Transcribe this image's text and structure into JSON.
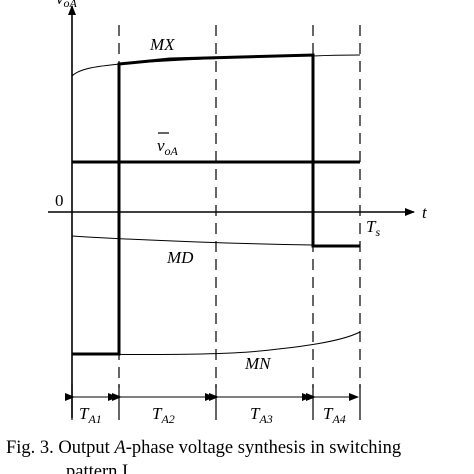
{
  "axes": {
    "y_label": "v",
    "y_label_sub": "oA",
    "x_label": "t",
    "origin": "0",
    "period_label": "T",
    "period_label_sub": "s"
  },
  "curves": {
    "mx": "MX",
    "mn": "MN",
    "md": "MD",
    "avg_v": "v",
    "avg_sub": "oA"
  },
  "intervals": [
    {
      "label": "T",
      "sub": "A1"
    },
    {
      "label": "T",
      "sub": "A2"
    },
    {
      "label": "T",
      "sub": "A3"
    },
    {
      "label": "T",
      "sub": "A4"
    }
  ],
  "caption": {
    "prefix": "Fig. 3.  Output ",
    "phase": "A",
    "rest": "-phase voltage synthesis in switching",
    "line2": "pattern I."
  }
}
